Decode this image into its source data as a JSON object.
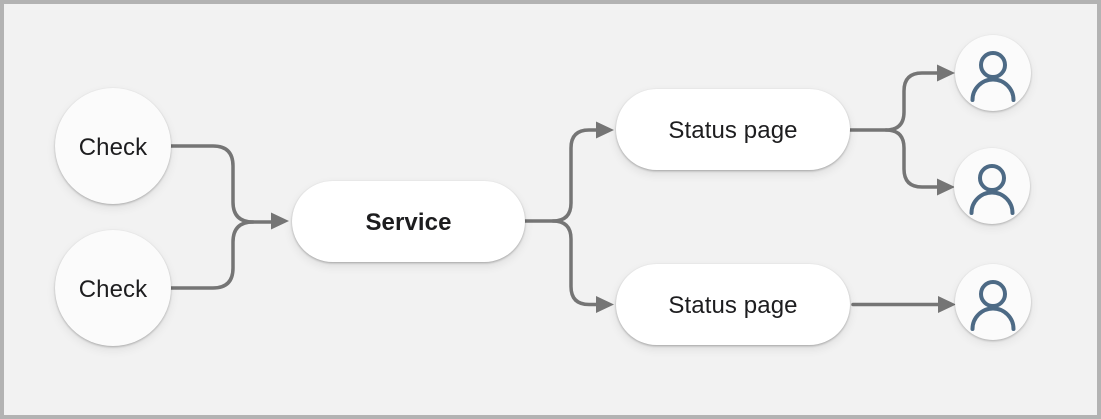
{
  "canvas": {
    "background": "#f2f2f2",
    "border_color": "#b3b3b3"
  },
  "styles": {
    "line_color": "#757575",
    "pill_fill": "#ffffff",
    "circle_fill": "#fbfbfb",
    "text_color": "#1d1d1f",
    "user_icon_color": "#4d6a85"
  },
  "nodes": {
    "check1": {
      "label": "Check",
      "shape": "circle"
    },
    "check2": {
      "label": "Check",
      "shape": "circle"
    },
    "service": {
      "label": "Service",
      "shape": "pill"
    },
    "status_page1": {
      "label": "Status page",
      "shape": "pill"
    },
    "status_page2": {
      "label": "Status page",
      "shape": "pill"
    },
    "user1": {
      "icon": "user-icon",
      "shape": "circle"
    },
    "user2": {
      "icon": "user-icon",
      "shape": "circle"
    },
    "user3": {
      "icon": "user-icon",
      "shape": "circle"
    }
  },
  "edges": [
    {
      "from": "check1",
      "to": "service"
    },
    {
      "from": "check2",
      "to": "service"
    },
    {
      "from": "service",
      "to": "status_page1"
    },
    {
      "from": "service",
      "to": "status_page2"
    },
    {
      "from": "status_page1",
      "to": "user1"
    },
    {
      "from": "status_page1",
      "to": "user2"
    },
    {
      "from": "status_page2",
      "to": "user3"
    }
  ]
}
